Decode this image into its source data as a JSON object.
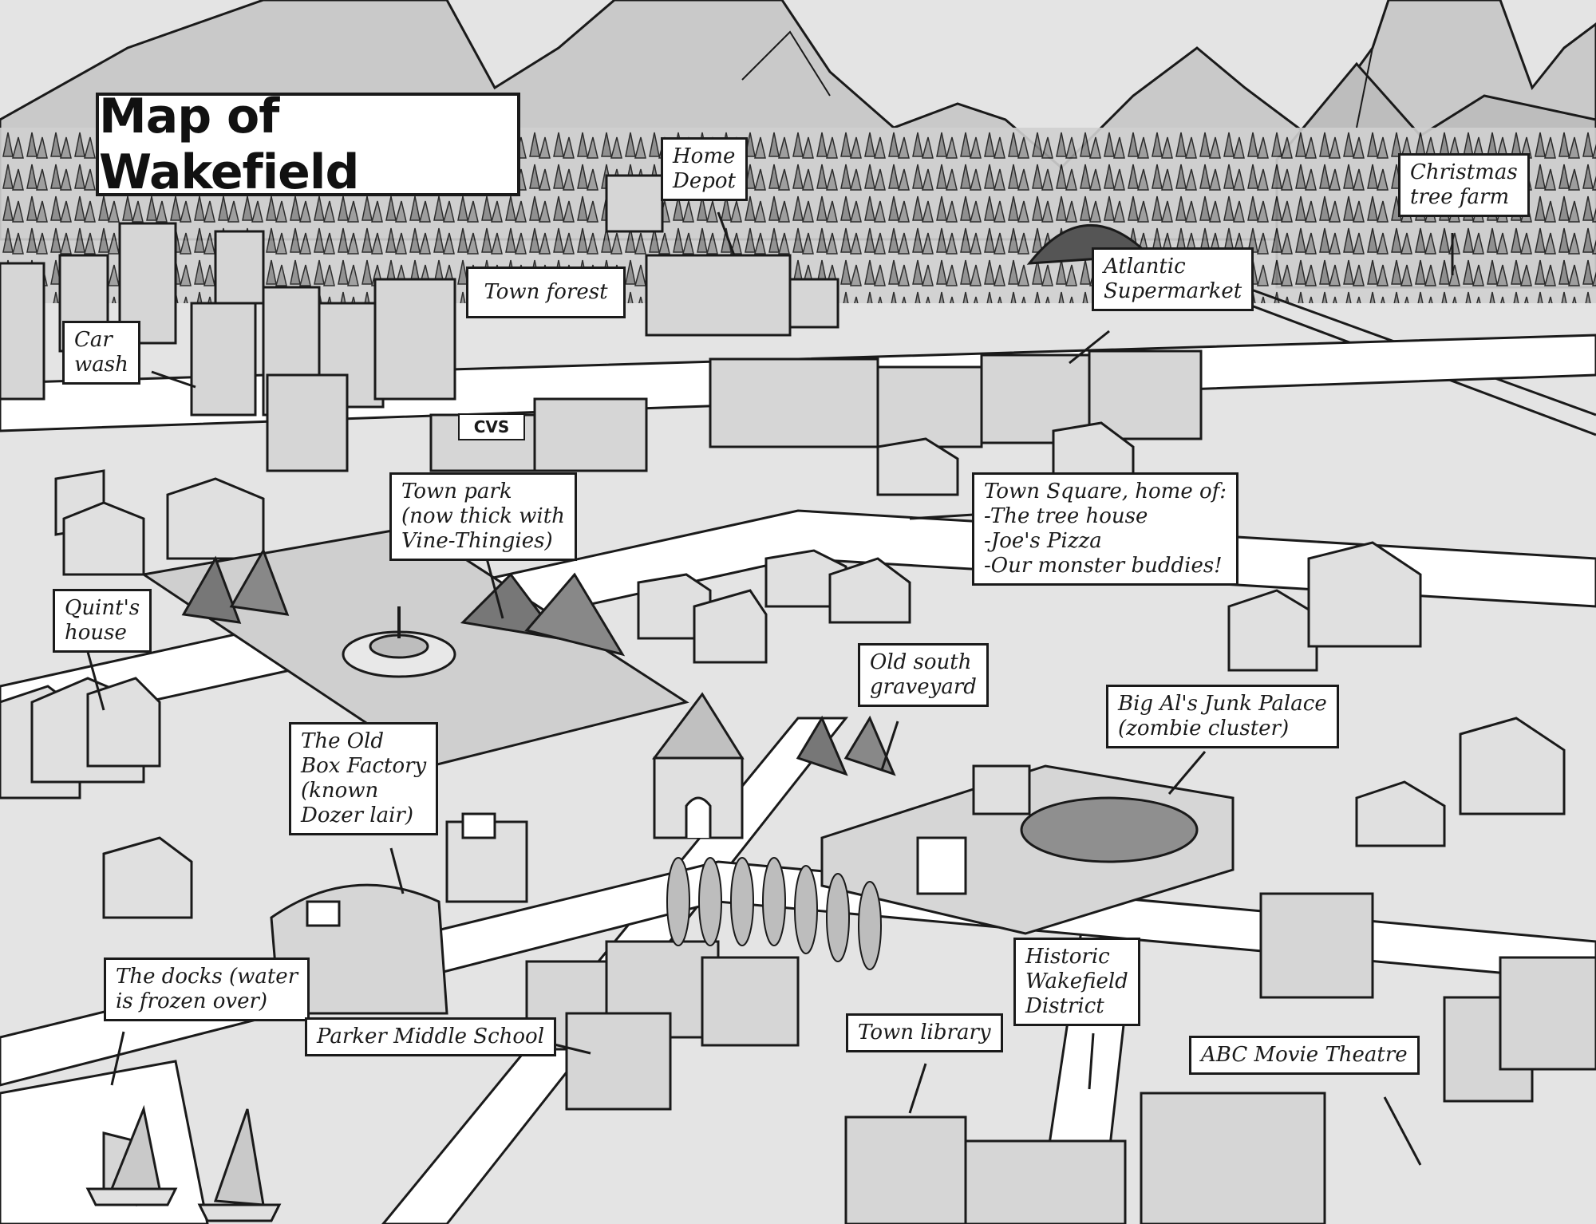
{
  "title": "Map of Wakefield",
  "cvs_sign": "CVS",
  "colors": {
    "background": "#ffffff",
    "ink": "#1a1a1a",
    "mountain": "#c9c9c9",
    "block": "#d6d6d6",
    "forest": "#8a8a8a",
    "road": "#ffffff"
  },
  "labels": [
    {
      "name": "home-depot",
      "lines": [
        "Home",
        "Depot"
      ]
    },
    {
      "name": "christmas-tree-farm",
      "lines": [
        "Christmas",
        "tree farm"
      ]
    },
    {
      "name": "town-forest",
      "lines": [
        "Town forest"
      ]
    },
    {
      "name": "atlantic-supermarket",
      "lines": [
        "Atlantic",
        "Supermarket"
      ]
    },
    {
      "name": "car-wash",
      "lines": [
        "Car",
        "wash"
      ]
    },
    {
      "name": "town-park",
      "lines": [
        "Town park",
        "(now thick with",
        "Vine-Thingies)"
      ]
    },
    {
      "name": "town-square",
      "lines": [
        "Town Square, home of:",
        "-The tree house",
        "-Joe's Pizza",
        "-Our monster buddies!"
      ]
    },
    {
      "name": "quints-house",
      "lines": [
        "Quint's",
        "house"
      ]
    },
    {
      "name": "old-south-graveyard",
      "lines": [
        "Old south",
        "graveyard"
      ]
    },
    {
      "name": "big-als-junk-palace",
      "lines": [
        "Big Al's Junk Palace",
        "(zombie cluster)"
      ]
    },
    {
      "name": "old-box-factory",
      "lines": [
        "The Old",
        "Box Factory",
        "(known",
        "Dozer lair)"
      ]
    },
    {
      "name": "the-docks",
      "lines": [
        "The docks (water",
        "is frozen over)"
      ]
    },
    {
      "name": "parker-middle-school",
      "lines": [
        "Parker Middle School"
      ]
    },
    {
      "name": "town-library",
      "lines": [
        "Town library"
      ]
    },
    {
      "name": "historic-wakefield-district",
      "lines": [
        "Historic",
        "Wakefield",
        "District"
      ]
    },
    {
      "name": "abc-movie-theatre",
      "lines": [
        "ABC Movie Theatre"
      ]
    }
  ]
}
